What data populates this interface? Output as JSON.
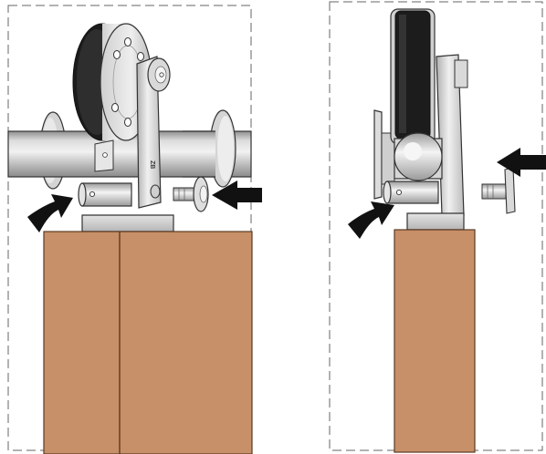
{
  "figure": {
    "panels": [
      {
        "id": "front-view",
        "view": "front"
      },
      {
        "id": "side-view",
        "view": "side"
      }
    ],
    "stamp_text": "ZB",
    "colors": {
      "wood": "#c89068",
      "wood_edge": "#5a3a22",
      "metal_light": "#eeeeee",
      "metal_mid": "#c4c4c4",
      "metal_dark": "#8a8a8a",
      "wheel_tread": "#1c1c1c",
      "arrow": "#111111",
      "outline": "#333333",
      "frame": "#666666"
    },
    "icons": [
      "arrow-icon"
    ]
  }
}
